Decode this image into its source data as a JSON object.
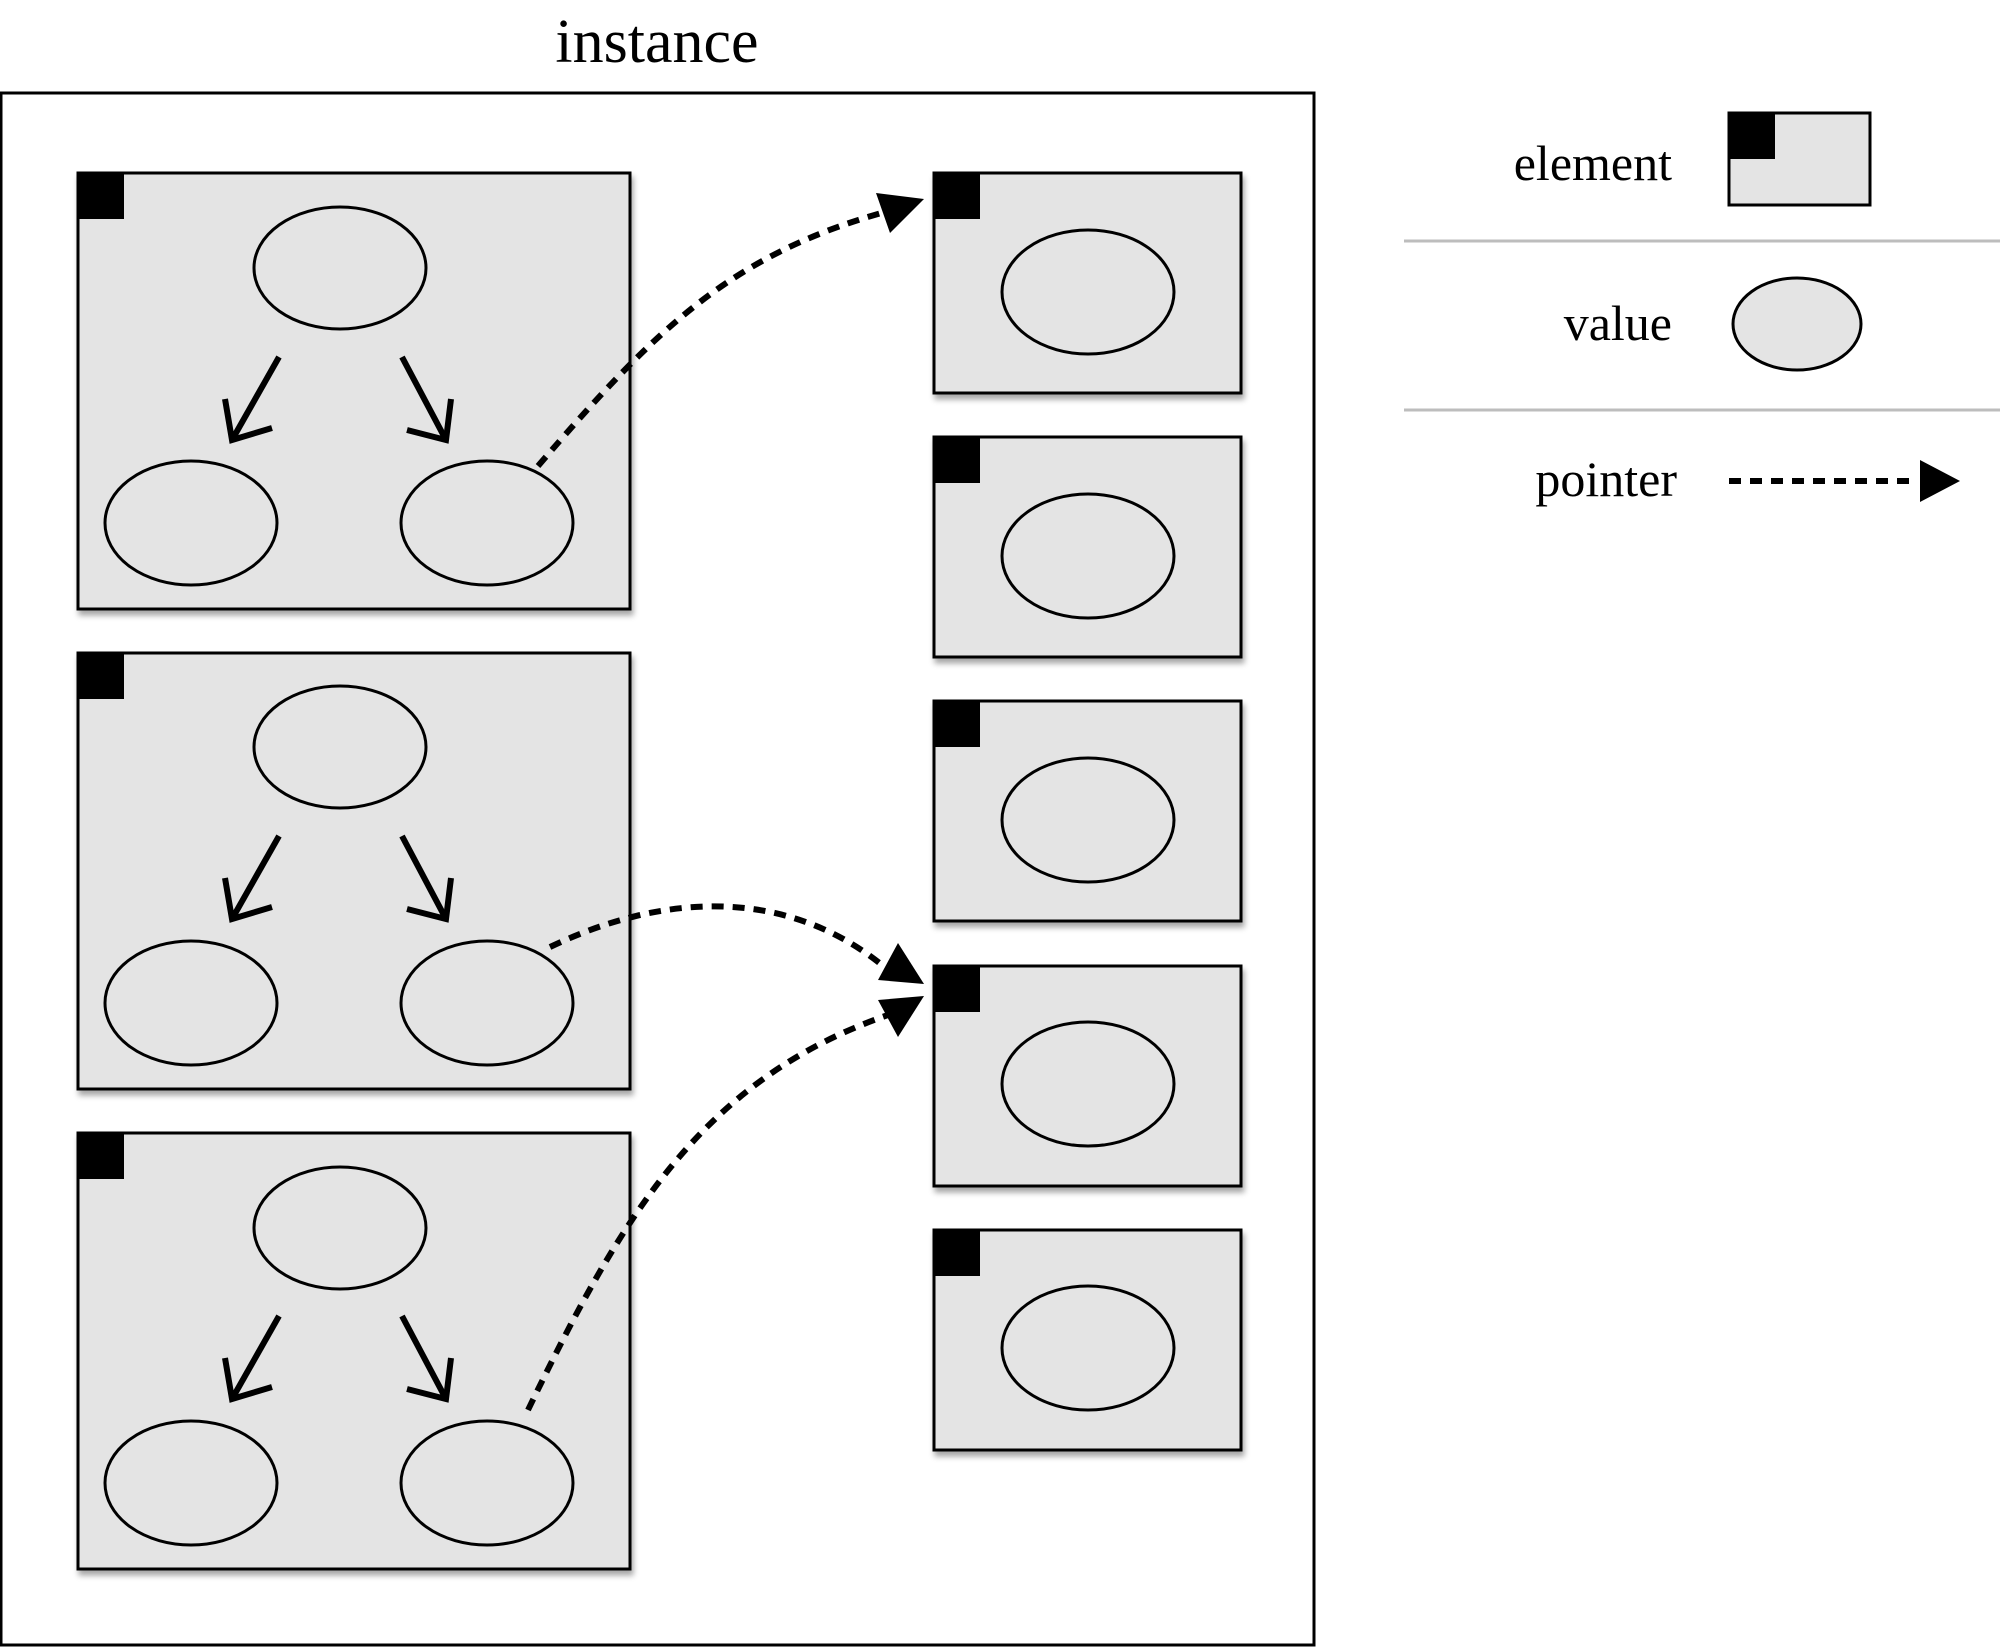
{
  "title": "instance",
  "legend": {
    "items": [
      {
        "label": "element",
        "symbol": "element-box-icon"
      },
      {
        "label": "value",
        "symbol": "value-ellipse-icon"
      },
      {
        "label": "pointer",
        "symbol": "dashed-arrow-icon"
      }
    ]
  },
  "colors": {
    "fill": "#e4e4e4",
    "stroke": "#000000",
    "divider": "#bdbdbd"
  }
}
